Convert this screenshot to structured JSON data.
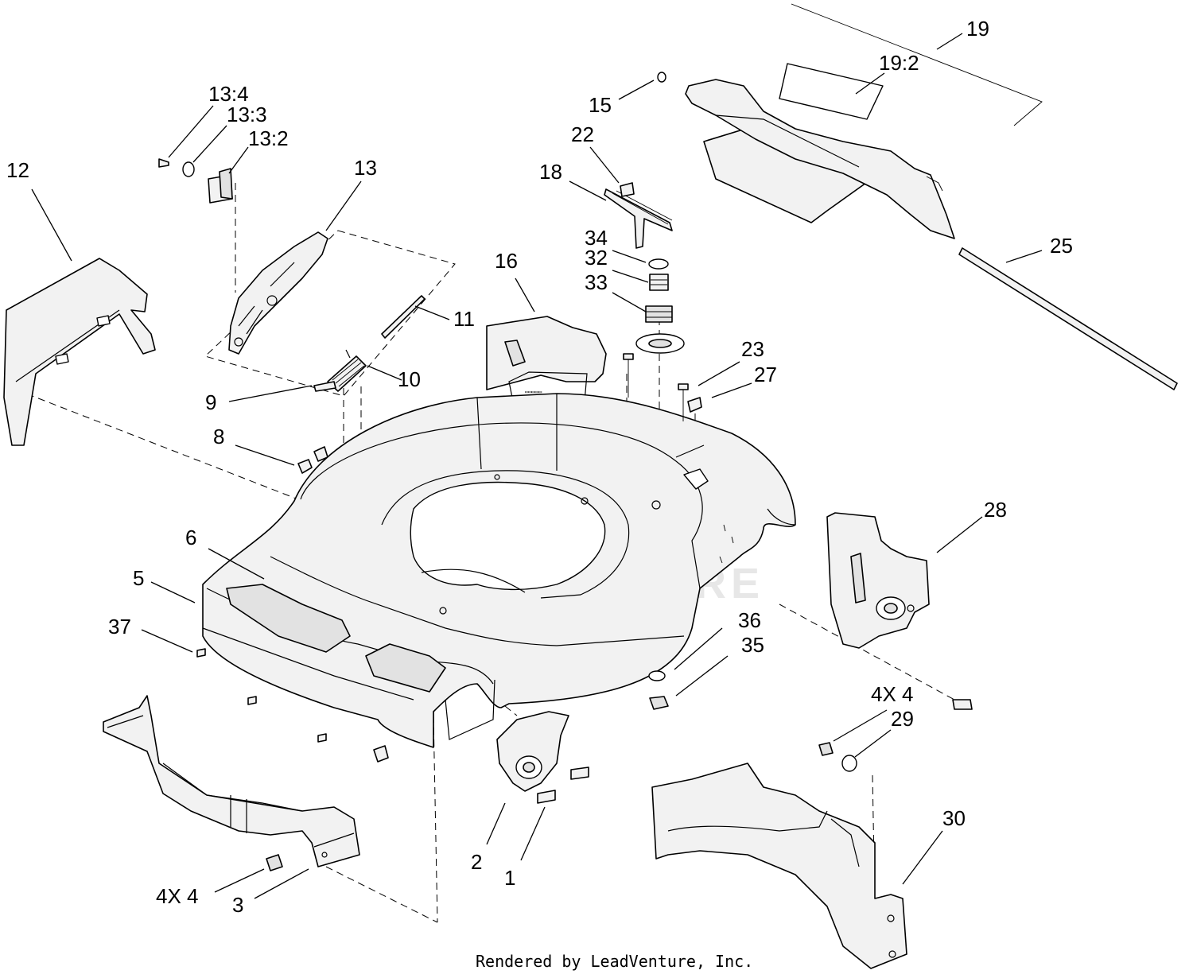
{
  "watermark": "LEADVENTURE",
  "credit": "Rendered by LeadVenture, Inc.",
  "callouts": [
    {
      "id": "c-13-4",
      "text": "13:4"
    },
    {
      "id": "c-13-3",
      "text": "13:3"
    },
    {
      "id": "c-13-2",
      "text": "13:2"
    },
    {
      "id": "c-12",
      "text": "12"
    },
    {
      "id": "c-13",
      "text": "13"
    },
    {
      "id": "c-11",
      "text": "11"
    },
    {
      "id": "c-10",
      "text": "10"
    },
    {
      "id": "c-9",
      "text": "9"
    },
    {
      "id": "c-8",
      "text": "8"
    },
    {
      "id": "c-16",
      "text": "16"
    },
    {
      "id": "c-22",
      "text": "22"
    },
    {
      "id": "c-18",
      "text": "18"
    },
    {
      "id": "c-34",
      "text": "34"
    },
    {
      "id": "c-32",
      "text": "32"
    },
    {
      "id": "c-33",
      "text": "33"
    },
    {
      "id": "c-15",
      "text": "15"
    },
    {
      "id": "c-19",
      "text": "19"
    },
    {
      "id": "c-19-2",
      "text": "19:2"
    },
    {
      "id": "c-25",
      "text": "25"
    },
    {
      "id": "c-23",
      "text": "23"
    },
    {
      "id": "c-27",
      "text": "27"
    },
    {
      "id": "c-28",
      "text": "28"
    },
    {
      "id": "c-6",
      "text": "6"
    },
    {
      "id": "c-5",
      "text": "5"
    },
    {
      "id": "c-37",
      "text": "37"
    },
    {
      "id": "c-36",
      "text": "36"
    },
    {
      "id": "c-35",
      "text": "35"
    },
    {
      "id": "c-4x4-right",
      "text": "4X 4"
    },
    {
      "id": "c-29",
      "text": "29"
    },
    {
      "id": "c-30",
      "text": "30"
    },
    {
      "id": "c-2",
      "text": "2"
    },
    {
      "id": "c-1",
      "text": "1"
    },
    {
      "id": "c-4x4-left",
      "text": "4X 4"
    },
    {
      "id": "c-3",
      "text": "3"
    }
  ]
}
